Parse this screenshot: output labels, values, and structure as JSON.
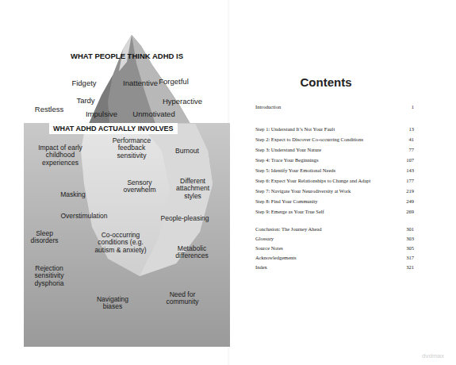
{
  "diagram": {
    "nodes": [
      {
        "text": [
          "Impact of early childhood experiences",
          "Performance feedback sensitivity",
          "Burnout",
          "Masking",
          "Sensory overwhelm",
          "Different attachment styles",
          "Overstimulation",
          "Sleep disorders",
          "Co-occurring conditions (e.g. autism & anxiety)",
          "People-pleasing",
          "Rejection sensitivity dysphoria",
          "Metabolic differences",
          "Navigating biases",
          "Need for community"
        ]
      },
      {
        "text": [
          "WHAT ADHD ACTUALLY INVOLVES"
        ],
        "in": 0
      }
    ],
    "labels": [
      "WHAT PEOPLE THINK ADHD IS",
      "Fidgety",
      "Inattentive",
      "Forgetful",
      "Tardy",
      "Hyperactive",
      "Restless",
      "Impulsive",
      "Unmotivated",
      "Contents",
      "Introduction",
      "1",
      "Step 1: Understand It’s Not Your Fault",
      "13",
      "Step 2: Expect to Discover Co-occurring Conditions",
      "41",
      "Step 3: Understand Your Nature",
      "77",
      "Step 4: Trace Your Beginnings",
      "107",
      "Step 5: Identify Your Emotional Needs",
      "143",
      "Step 6: Expect Your Relationships to Change and Adapt",
      "177",
      "Step 7: Navigate Your Neurodiversity at Work",
      "219",
      "Step 8: Find Your Community",
      "249",
      "Step 9: Emerge as Your True Self",
      "269",
      "Conclusion: The Journey Ahead",
      "301",
      "Glossary",
      "303",
      "Source Notes",
      "305",
      "Acknowledgements",
      "317",
      "Index",
      "321",
      "dvdmax"
    ]
  }
}
